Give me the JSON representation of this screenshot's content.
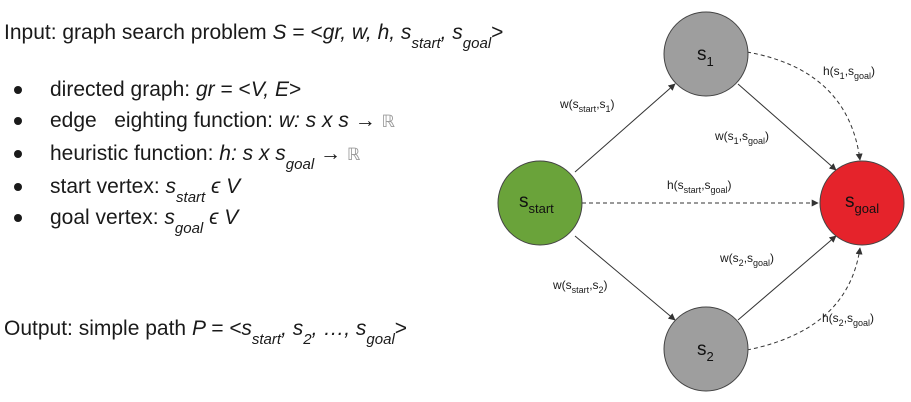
{
  "input": {
    "prefix": "Input: graph search problem ",
    "s": "S",
    "eq": " = <",
    "args": "gr, w, h, s",
    "start_sub": "start",
    "comma": ", s",
    "goal_sub": "goal",
    "close": ">"
  },
  "bullets": {
    "b1_label": "directed graph: ",
    "b1_math": "gr",
    "b1_rest": " = <",
    "b1_ve": "V, E",
    "b1_close": ">",
    "b2_label": "edge   eighting function: ",
    "b2_math": "w: s x s",
    "b2_arrow": " → ",
    "b2_r": "ℝ",
    "b3_label": "heuristic function: ",
    "b3_math": "h: s x s",
    "b3_sub": "goal",
    "b3_arrow": " → ",
    "b3_r": "ℝ",
    "b4_label": "start vertex: ",
    "b4_s": "s",
    "b4_sub": "start",
    "b4_rest": " ϵ V",
    "b5_label": "goal vertex: ",
    "b5_s": "s",
    "b5_sub": "goal",
    "b5_rest": " ϵ V"
  },
  "output": {
    "prefix": "Output: simple path ",
    "p": "P",
    "eq": " = <s",
    "sub1": "start",
    "mid1": ", s",
    "sub2": "2",
    "mid2": ", …, s",
    "sub3": "goal",
    "close": ">"
  },
  "graph": {
    "nodes": [
      {
        "id": "s1",
        "base": "s",
        "sub": "1",
        "color": "#9e9e9e"
      },
      {
        "id": "s2",
        "base": "s",
        "sub": "2",
        "color": "#9e9e9e"
      },
      {
        "id": "sstart",
        "base": "s",
        "sub": "start",
        "color": "#6aa33a"
      },
      {
        "id": "sgoal",
        "base": "s",
        "sub": "goal",
        "color": "#e5232b"
      }
    ],
    "edge_labels": {
      "w_start_1": "w(s",
      "w_start_1_b": "start",
      "w_start_1_c": ",s",
      "w_start_1_d": "1",
      "w_start_1_e": ")",
      "w_1_goal": "w(s",
      "w_1_goal_b": "1",
      "w_1_goal_c": ",s",
      "w_1_goal_d": "goal",
      "w_1_goal_e": ")",
      "h_start_goal": "h(s",
      "h_start_goal_b": "start",
      "h_start_goal_c": ",s",
      "h_start_goal_d": "goal",
      "h_start_goal_e": ")",
      "w_2_goal": "w(s",
      "w_2_goal_b": "2",
      "w_2_goal_c": ",s",
      "w_2_goal_d": "goal",
      "w_2_goal_e": ")",
      "w_start_2": "w(s",
      "w_start_2_b": "start",
      "w_start_2_c": ",s",
      "w_start_2_d": "2",
      "w_start_2_e": ")",
      "h_1_goal": "h(s",
      "h_1_goal_b": "1",
      "h_1_goal_c": ",s",
      "h_1_goal_d": "goal",
      "h_1_goal_e": ")",
      "h_2_goal": "h(s",
      "h_2_goal_b": "2",
      "h_2_goal_c": ",s",
      "h_2_goal_d": "goal",
      "h_2_goal_e": ")"
    }
  }
}
